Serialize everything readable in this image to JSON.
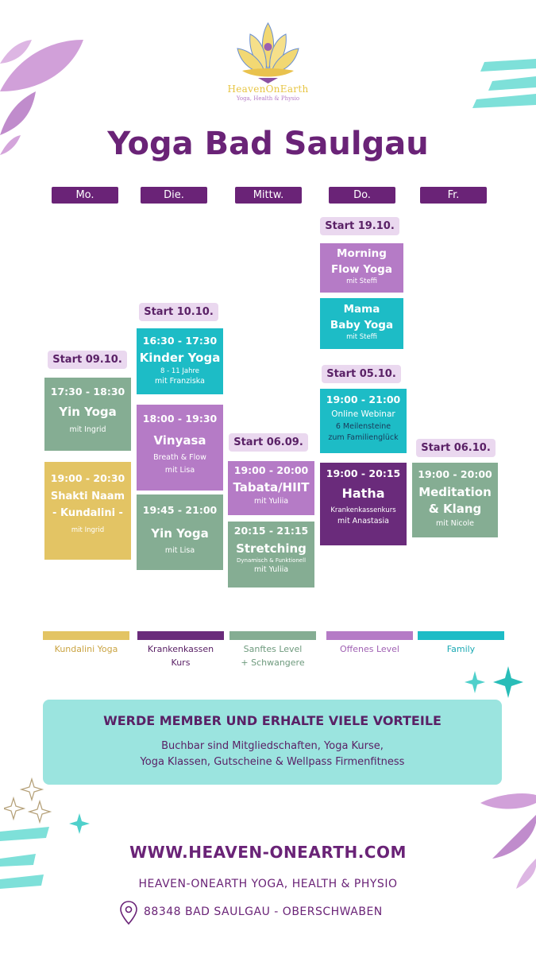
{
  "logo": {
    "brand": "HeavenOnEarth",
    "tagline": "Yoga, Health & Physio"
  },
  "title": "Yoga Bad Saulgau",
  "days": [
    "Mo.",
    "Die.",
    "Mittw.",
    "Do.",
    "Fr."
  ],
  "monday": {
    "start": "Start 09.10.",
    "yin": {
      "time": "17:30 - 18:30",
      "name": "Yin Yoga",
      "teacher": "mit Ingrid"
    },
    "kundalini": {
      "time": "19:00 - 20:30",
      "name1": "Shakti Naam",
      "name2": "- Kundalini -",
      "teacher": "mit Ingrid"
    }
  },
  "tuesday": {
    "start": "Start 10.10.",
    "kinder": {
      "time": "16:30 - 17:30",
      "name": "Kinder Yoga",
      "age": "8 - 11 Jahre",
      "teacher": "mit Franziska"
    },
    "vinyasa": {
      "time": "18:00 - 19:30",
      "name": "Vinyasa",
      "sub": "Breath & Flow",
      "teacher": "mit Lisa"
    },
    "yin": {
      "time": "19:45 - 21:00",
      "name": "Yin Yoga",
      "teacher": "mit Lisa"
    }
  },
  "wednesday": {
    "start": "Start 06.09.",
    "tabata": {
      "time": "19:00 - 20:00",
      "name": "Tabata/HIIT",
      "teacher": "mit Yuliia"
    },
    "stretching": {
      "time": "20:15 - 21:15",
      "name": "Stretching",
      "sub": "Dynamisch & Funktionell",
      "teacher": "mit Yuliia"
    }
  },
  "thursday": {
    "start1": "Start 19.10.",
    "morning": {
      "name1": "Morning",
      "name2": "Flow Yoga",
      "teacher": "mit Steffi"
    },
    "mama": {
      "name1": "Mama",
      "name2": "Baby Yoga",
      "teacher": "mit Steffi"
    },
    "start2": "Start 05.10.",
    "webinar": {
      "time": "19:00 - 21:00",
      "line1": "Online Webinar",
      "line2": "6 Meilensteine",
      "line3": "zum Familienglück"
    },
    "hatha": {
      "time": "19:00 - 20:15",
      "name": "Hatha",
      "sub": "Krankenkassenkurs",
      "teacher": "mit Anastasia"
    }
  },
  "friday": {
    "start": "Start 06.10.",
    "meditation": {
      "time": "19:00 - 20:00",
      "name1": "Meditation",
      "name2": "& Klang",
      "teacher": "mit Nicole"
    }
  },
  "legend": [
    {
      "line1": "Kundalini Yoga",
      "line2": "",
      "color": "#e3c464",
      "text_color": "#caa443"
    },
    {
      "line1": "Krankenkassen",
      "line2": "Kurs",
      "color": "#6a2b7b",
      "text_color": "#5a2166"
    },
    {
      "line1": "Sanftes Level",
      "line2": "+ Schwangere",
      "color": "#85ad93",
      "text_color": "#6e9a7d"
    },
    {
      "line1": "Offenes Level",
      "line2": "",
      "color": "#b57bc6",
      "text_color": "#a061b3"
    },
    {
      "line1": "Family",
      "line2": "",
      "color": "#1dbcc6",
      "text_color": "#1aa9b3"
    }
  ],
  "member": {
    "heading": "WERDE MEMBER UND ERHALTE VIELE VORTEILE",
    "line1": "Buchbar sind Mitgliedschaften, Yoga Kurse,",
    "line2": "Yoga Klassen, Gutscheine & Wellpass Firmenfitness"
  },
  "footer": {
    "url": "WWW.HEAVEN-ONEARTH.COM",
    "org": "HEAVEN-ONEARTH YOGA, HEALTH & PHYSIO",
    "address": "88348 BAD SAULGAU - OBERSCHWABEN"
  }
}
